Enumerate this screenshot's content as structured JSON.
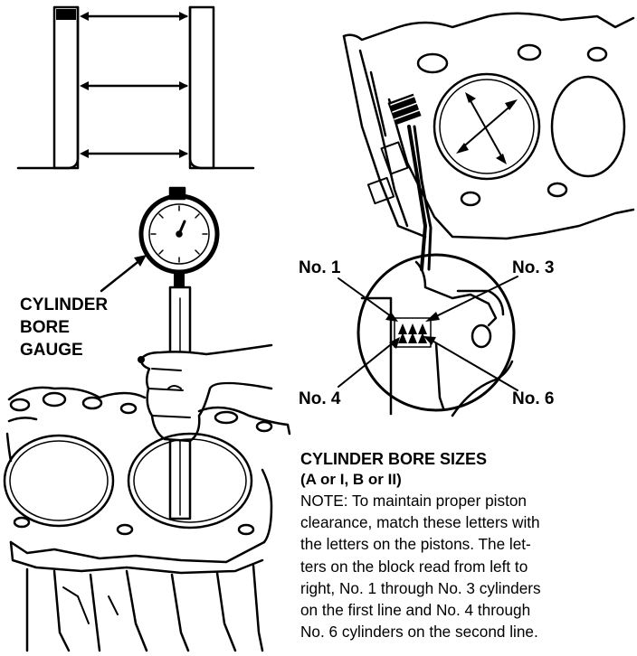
{
  "labels": {
    "gauge": [
      "CYLINDER",
      "BORE",
      "GAUGE"
    ],
    "no1": "No. 1",
    "no3": "No. 3",
    "no4": "No. 4",
    "no6": "No. 6"
  },
  "note": {
    "title": "CYLINDER BORE SIZES",
    "subtitle": "(A or I, B or II)",
    "lines": [
      "NOTE:  To maintain proper piston",
      "clearance, match these letters with",
      "the letters on the pistons. The let-",
      "ters on the block read from left to",
      "right, No. 1 through No. 3 cylinders",
      "on the first line and No. 4 through",
      "No. 6 cylinders on the second line."
    ]
  },
  "colors": {
    "ink": "#000000",
    "paper": "#ffffff"
  }
}
